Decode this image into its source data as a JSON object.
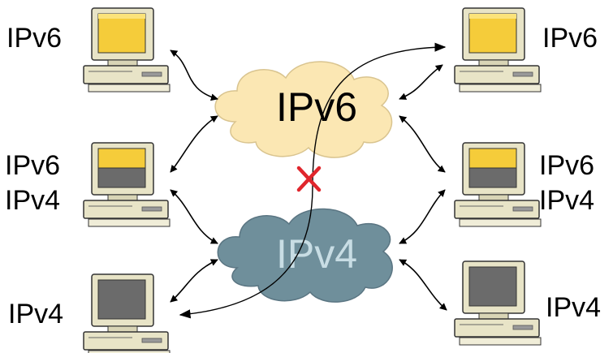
{
  "nodes": {
    "left_top": [
      "IPv6"
    ],
    "left_mid": [
      "IPv6",
      "IPv4"
    ],
    "left_bottom": [
      "IPv4"
    ],
    "right_top": [
      "IPv6"
    ],
    "right_mid": [
      "IPv6",
      "IPv4"
    ],
    "right_bottom": [
      "IPv4"
    ]
  },
  "clouds": {
    "ipv6": "IPv6",
    "ipv4": "IPv4"
  },
  "colors": {
    "ipv6_screen": "#f5cc3a",
    "ipv4_screen": "#6b6b6b",
    "ipv6_cloud": "#fbe7b3",
    "ipv4_cloud": "#6f8f9b",
    "blocked_mark": "#e0262d",
    "computer_body": "#e7e3c6"
  }
}
